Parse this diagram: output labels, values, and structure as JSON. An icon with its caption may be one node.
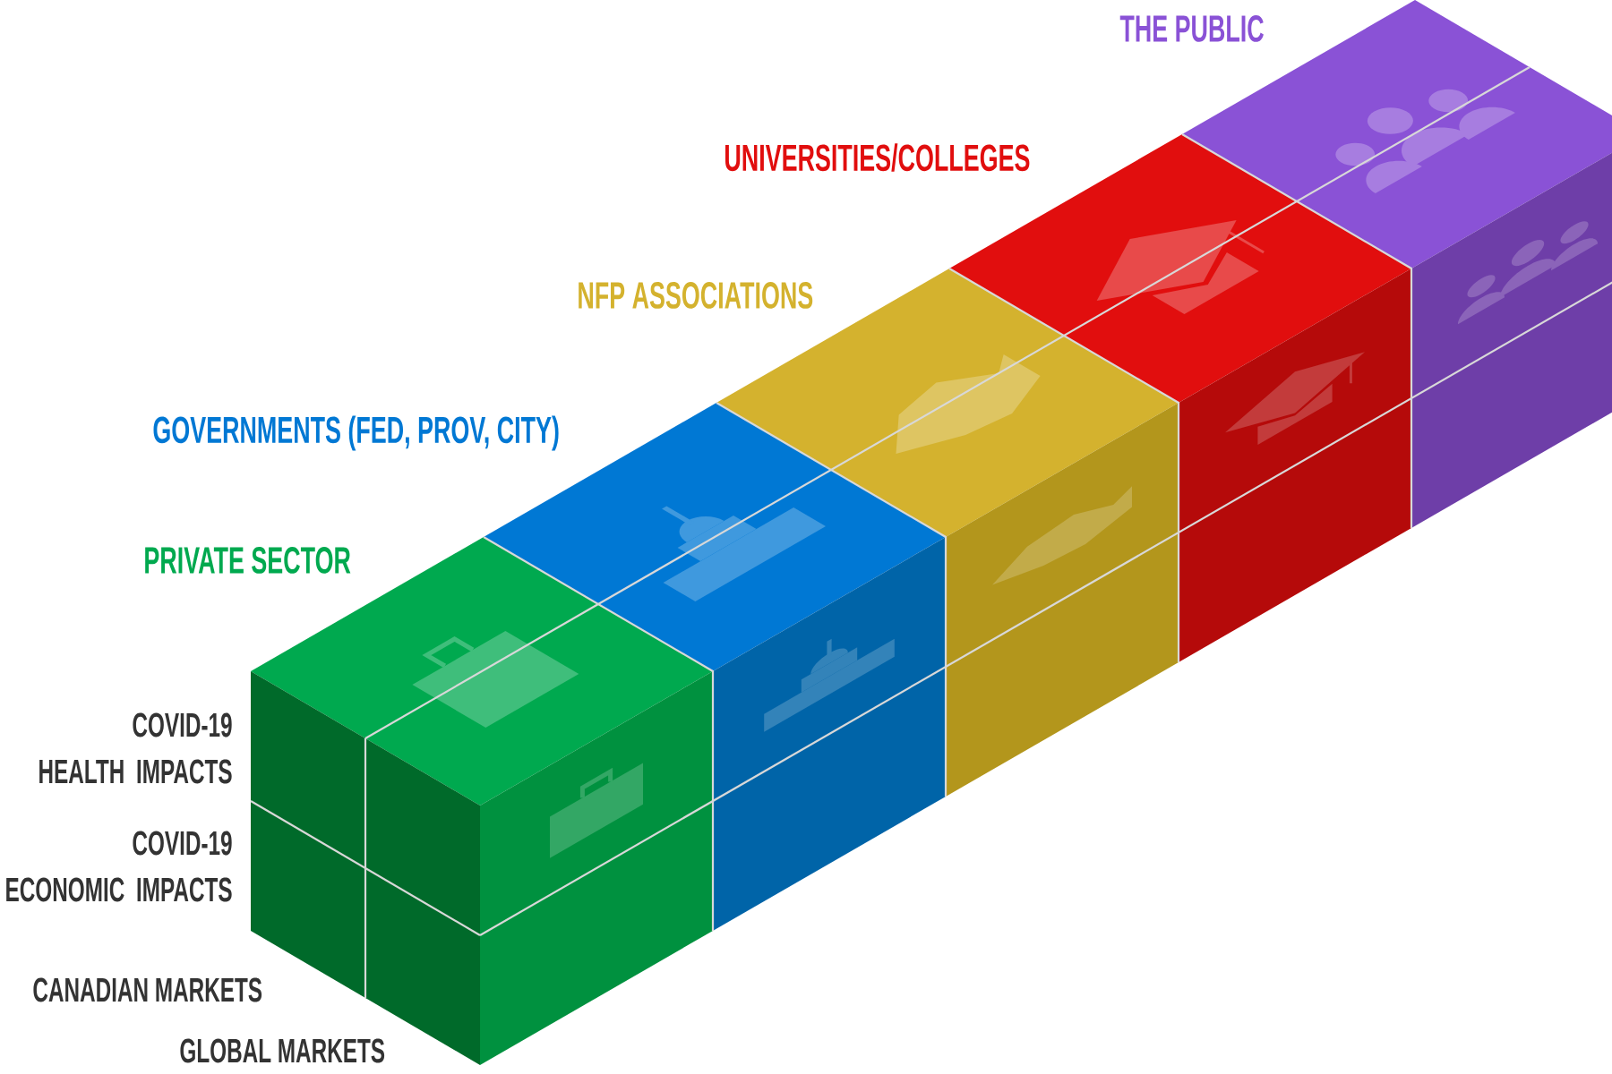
{
  "diagram": {
    "nodes": [
      {
        "text": [
          "PRIVATE SECTOR"
        ]
      },
      {
        "text": [
          "GOVERNMENTS (FED, PROV, CITY)"
        ]
      },
      {
        "text": [
          "NFP ASSOCIATIONS"
        ]
      },
      {
        "text": [
          "UNIVERSITIES/COLLEGES"
        ]
      },
      {
        "text": [
          "THE PUBLIC"
        ]
      }
    ],
    "labels": [
      "COVID-19 HEALTH IMPACTS",
      "COVID-19 ECONOMIC IMPACTS",
      "CANADIAN MARKETS",
      "GLOBAL MARKETS"
    ]
  }
}
